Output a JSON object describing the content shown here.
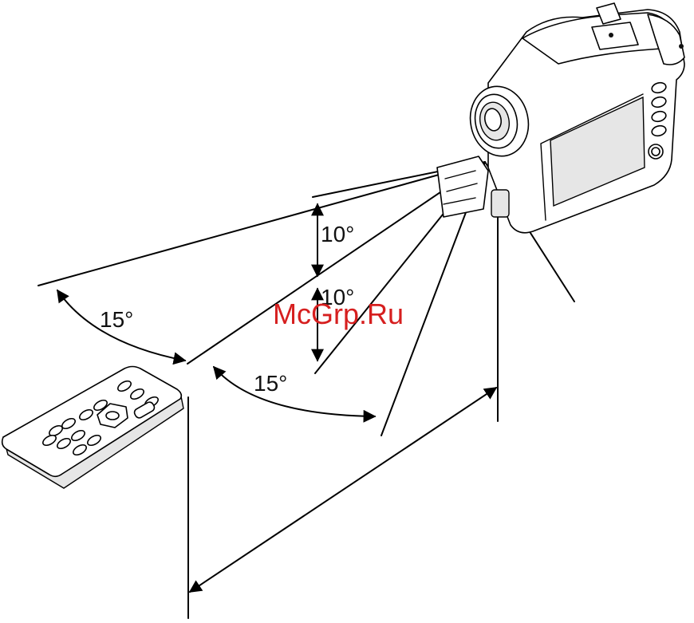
{
  "diagram": {
    "angle_labels": {
      "vertical_upper": "10°",
      "vertical_lower": "10°",
      "horizontal_left": "15°",
      "horizontal_right": "15°"
    },
    "watermark": "McGrp.Ru"
  }
}
